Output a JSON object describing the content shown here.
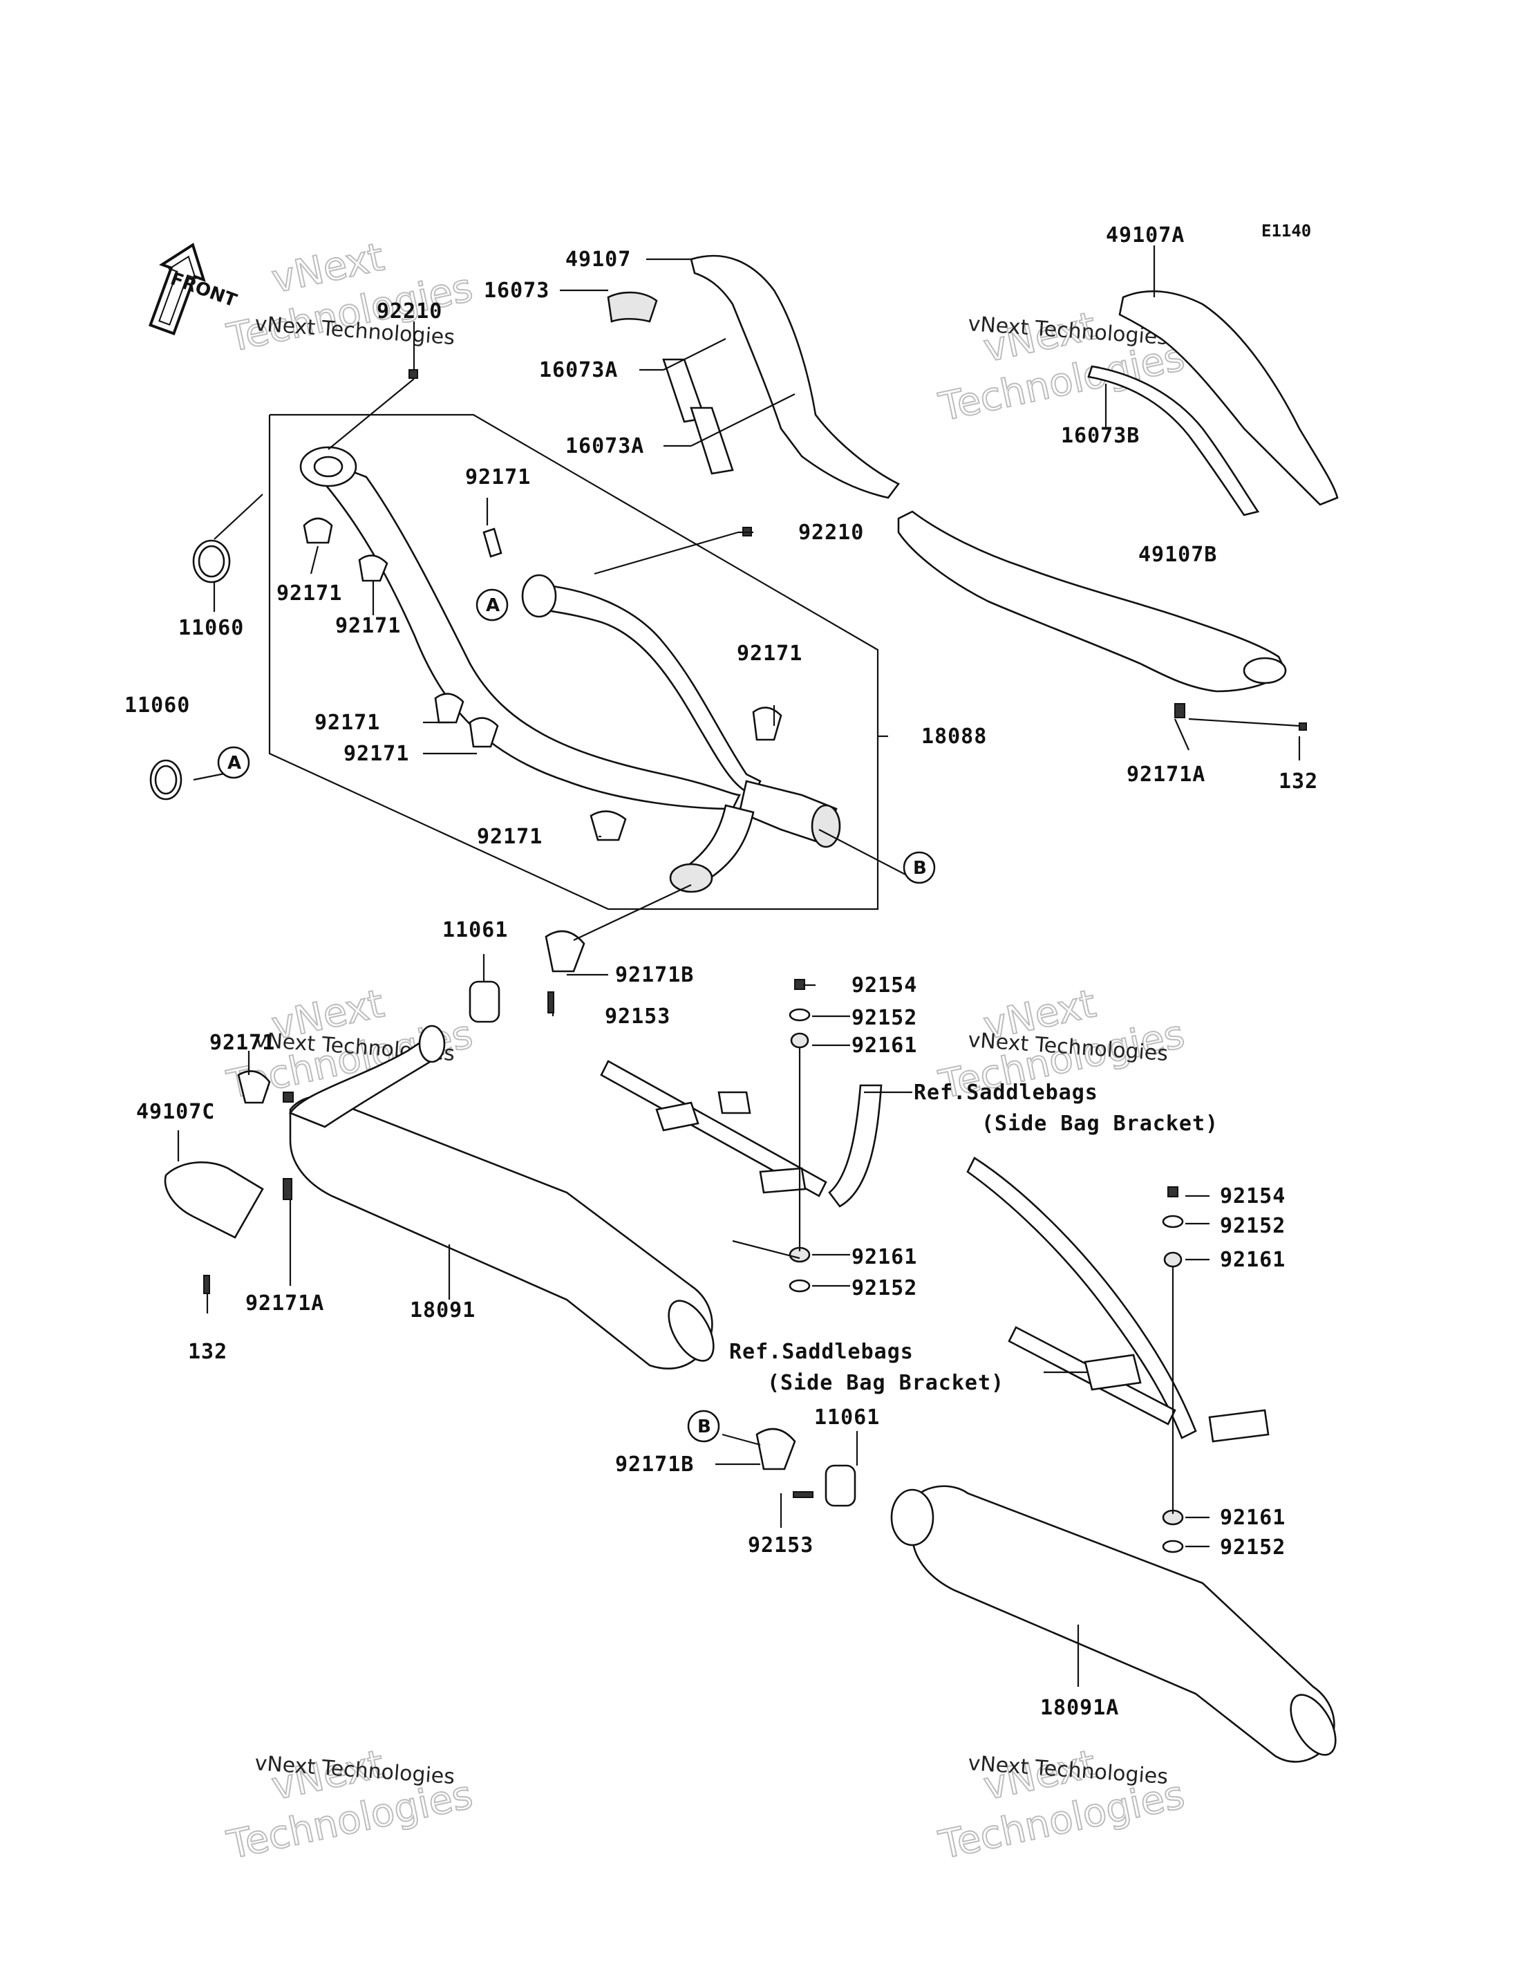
{
  "diagram_code": "E1140",
  "front_label": "FRONT",
  "watermark": {
    "line1": "vNext Technologies",
    "line2": "vNext",
    "line3": "Technologies"
  },
  "callouts": {
    "A": "A",
    "B": "B"
  },
  "parts": [
    {
      "id": "p_49107",
      "label": "49107"
    },
    {
      "id": "p_16073",
      "label": "16073"
    },
    {
      "id": "p_16073A_1",
      "label": "16073A"
    },
    {
      "id": "p_16073A_2",
      "label": "16073A"
    },
    {
      "id": "p_49107A",
      "label": "49107A"
    },
    {
      "id": "p_16073B",
      "label": "16073B"
    },
    {
      "id": "p_92210_1",
      "label": "92210"
    },
    {
      "id": "p_92210_2",
      "label": "92210"
    },
    {
      "id": "p_92171_1",
      "label": "92171"
    },
    {
      "id": "p_92171_2",
      "label": "92171"
    },
    {
      "id": "p_92171_3",
      "label": "92171"
    },
    {
      "id": "p_92171_4",
      "label": "92171"
    },
    {
      "id": "p_92171_5",
      "label": "92171"
    },
    {
      "id": "p_92171_6",
      "label": "92171"
    },
    {
      "id": "p_92171_7",
      "label": "92171"
    },
    {
      "id": "p_92171_8",
      "label": "92171"
    },
    {
      "id": "p_11060_1",
      "label": "11060"
    },
    {
      "id": "p_11060_2",
      "label": "11060"
    },
    {
      "id": "p_49107B",
      "label": "49107B"
    },
    {
      "id": "p_18088",
      "label": "18088"
    },
    {
      "id": "p_92171A_1",
      "label": "92171A"
    },
    {
      "id": "p_132_1",
      "label": "132"
    },
    {
      "id": "p_11061_1",
      "label": "11061"
    },
    {
      "id": "p_92171B_1",
      "label": "92171B"
    },
    {
      "id": "p_92153_1",
      "label": "92153"
    },
    {
      "id": "p_92154_1",
      "label": "92154"
    },
    {
      "id": "p_92152_1",
      "label": "92152"
    },
    {
      "id": "p_92161_1",
      "label": "92161"
    },
    {
      "id": "p_ref1_a",
      "label": "Ref.Saddlebags"
    },
    {
      "id": "p_ref1_b",
      "label": "(Side Bag Bracket)"
    },
    {
      "id": "p_49107C",
      "label": "49107C"
    },
    {
      "id": "p_92171A_2",
      "label": "92171A"
    },
    {
      "id": "p_132_2",
      "label": "132"
    },
    {
      "id": "p_18091",
      "label": "18091"
    },
    {
      "id": "p_92161_2",
      "label": "92161"
    },
    {
      "id": "p_92152_2",
      "label": "92152"
    },
    {
      "id": "p_92154_2",
      "label": "92154"
    },
    {
      "id": "p_92152_3",
      "label": "92152"
    },
    {
      "id": "p_92161_3",
      "label": "92161"
    },
    {
      "id": "p_ref2_a",
      "label": "Ref.Saddlebags"
    },
    {
      "id": "p_ref2_b",
      "label": "(Side Bag Bracket)"
    },
    {
      "id": "p_11061_2",
      "label": "11061"
    },
    {
      "id": "p_92171B_2",
      "label": "92171B"
    },
    {
      "id": "p_92153_2",
      "label": "92153"
    },
    {
      "id": "p_92161_4",
      "label": "92161"
    },
    {
      "id": "p_92152_4",
      "label": "92152"
    },
    {
      "id": "p_18091A",
      "label": "18091A"
    }
  ]
}
